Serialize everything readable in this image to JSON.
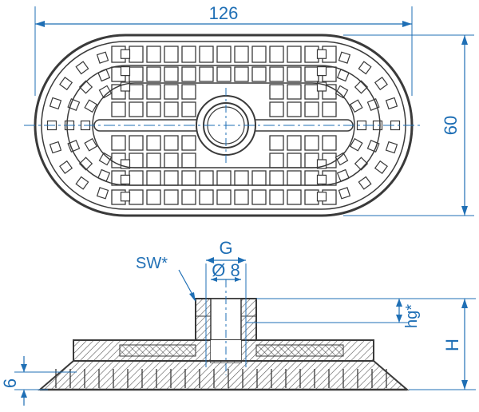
{
  "colors": {
    "dimension": "#1f6fb5",
    "outline": "#3a3a3a",
    "hatch": "#555555",
    "background": "#ffffff"
  },
  "dimensions": {
    "length": "126",
    "width": "60",
    "thread": "G",
    "diameter": "Ø 8",
    "wrench_size": "SW*",
    "thread_height": "hg*",
    "height": "H",
    "lip_height": "6"
  }
}
